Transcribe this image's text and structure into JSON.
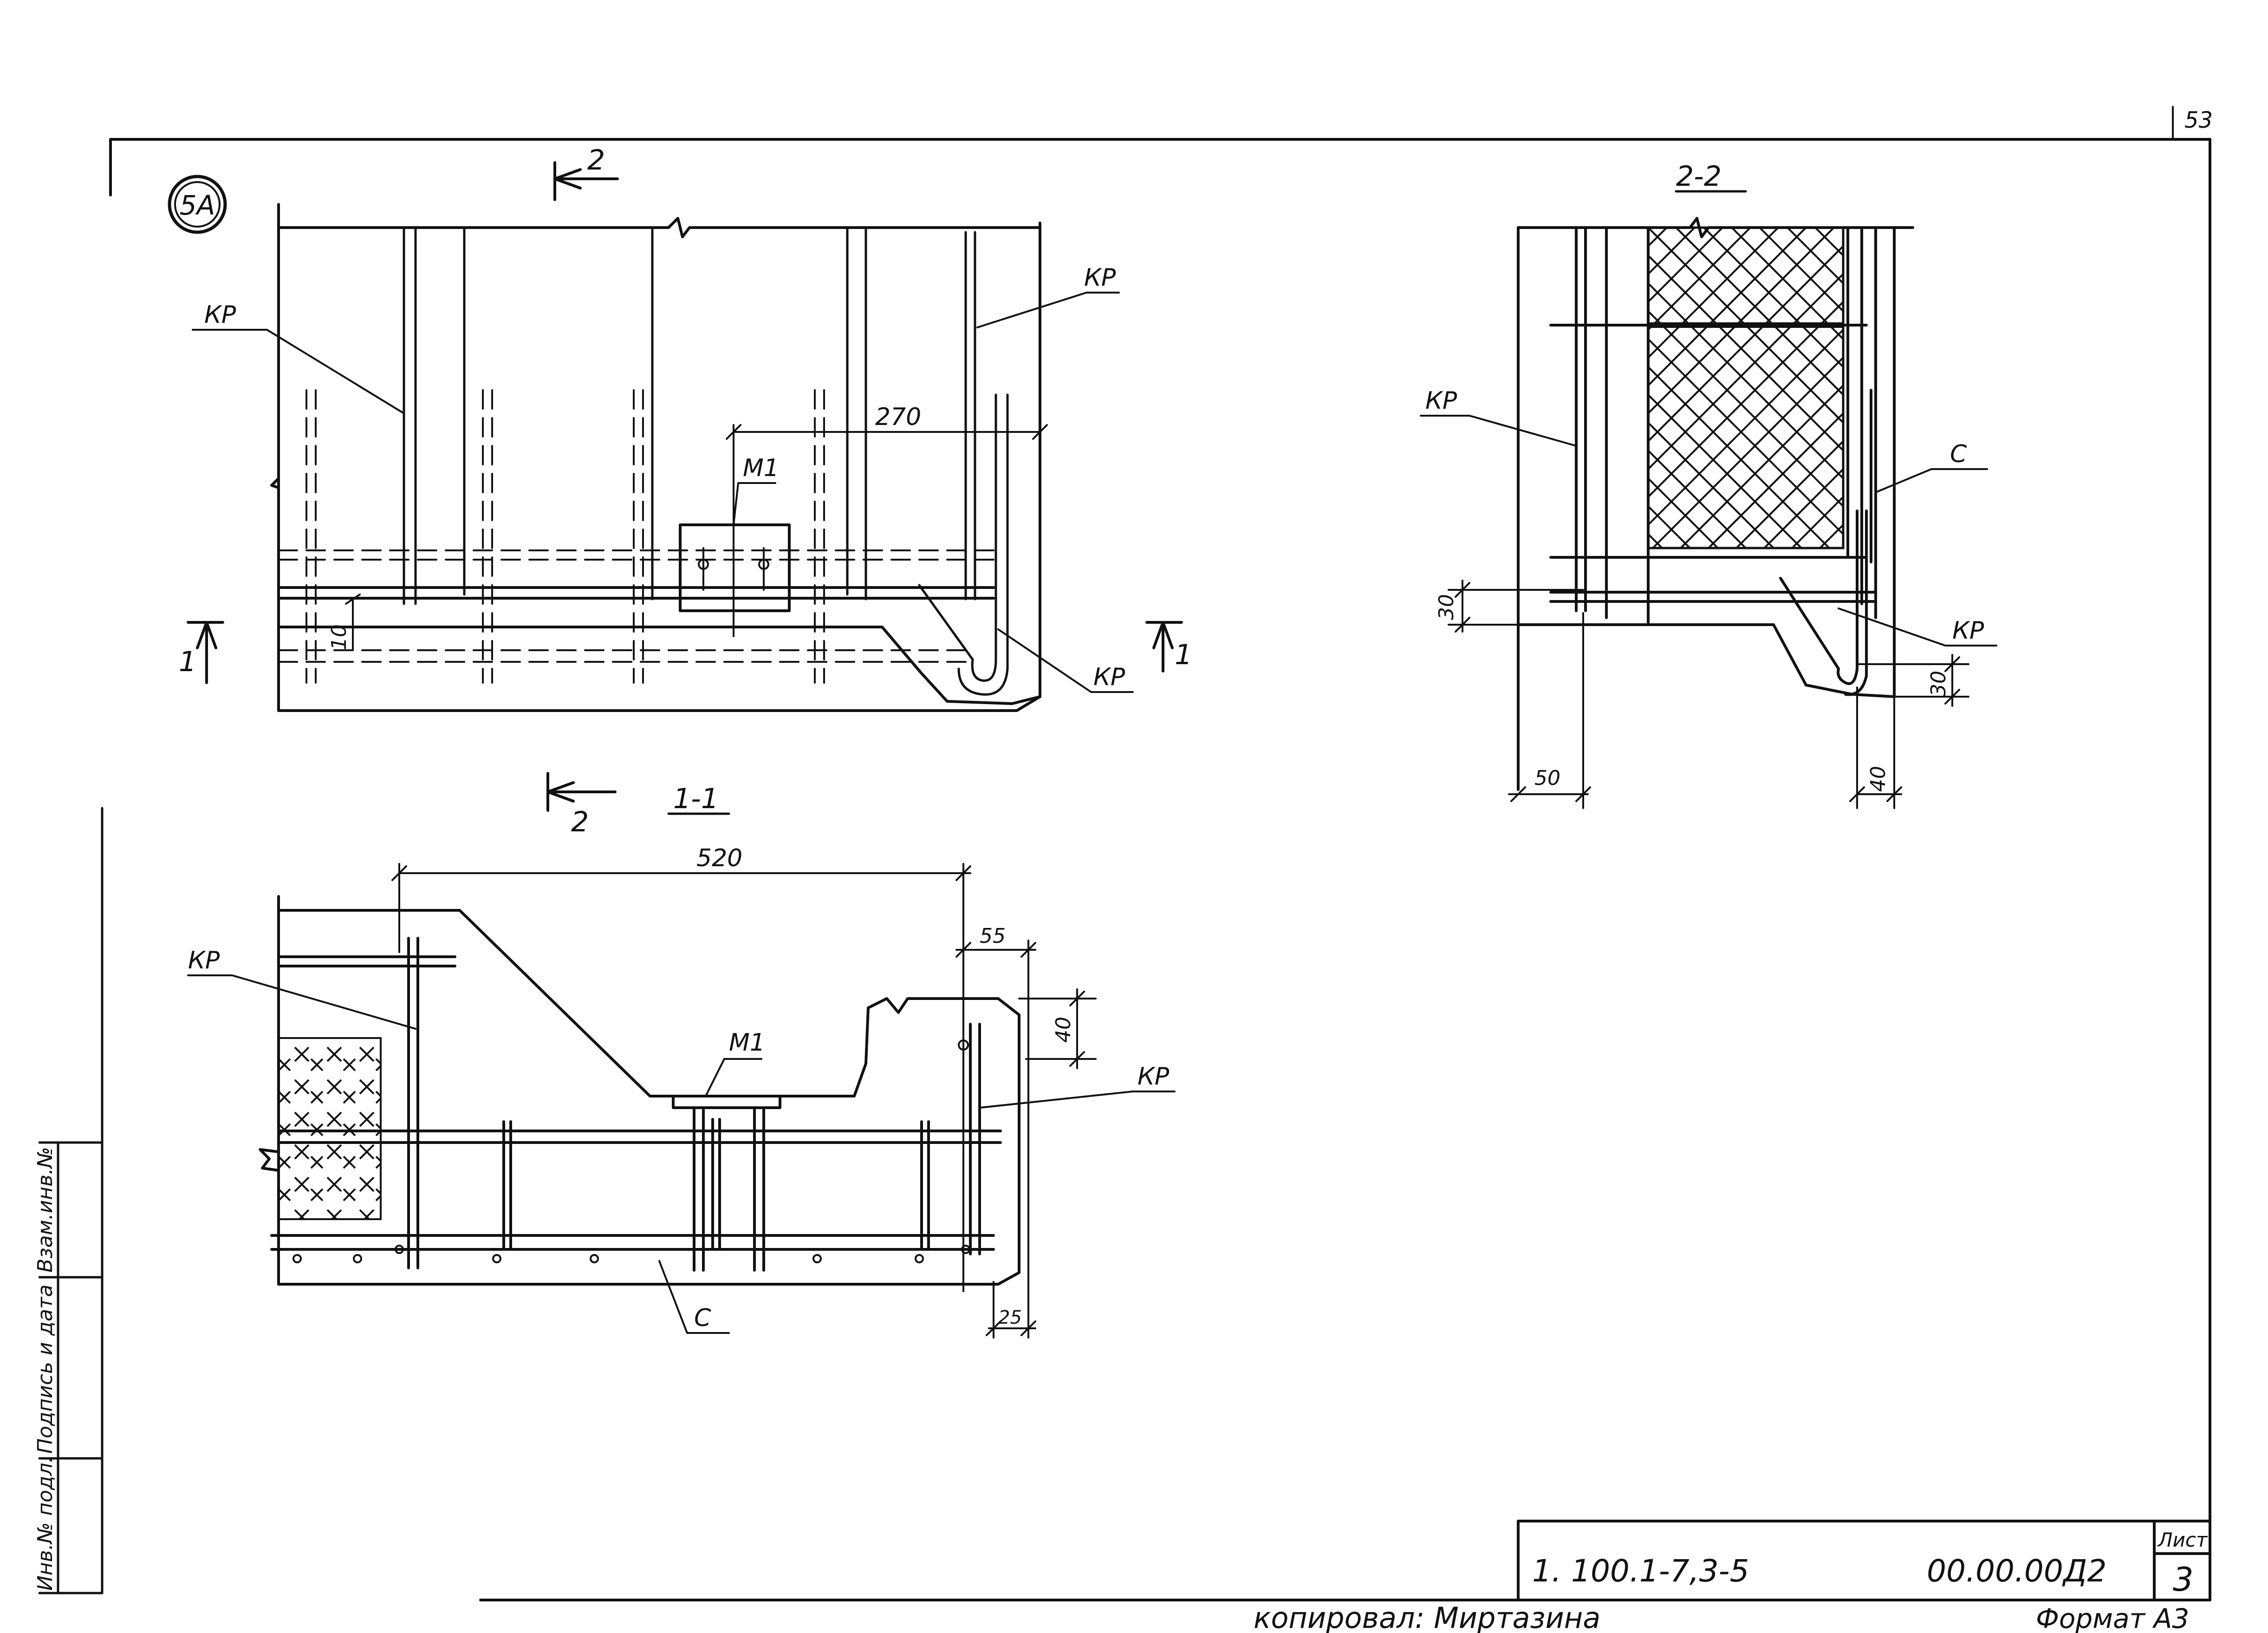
{
  "sheet": {
    "page_number": "53",
    "detail_mark": "5А",
    "format_label": "Формат А3",
    "copy_label": "копировал: Миртазина"
  },
  "title_block": {
    "designation": "1. 100.1-7,3-5",
    "code": "00.00.00Д2",
    "sheet_word": "Лист",
    "sheet_no": "3"
  },
  "side_stamp": {
    "field_1": "Инв.№ подл.",
    "field_2": "Подпись и дата",
    "field_3": "Взам.инв.№"
  },
  "plan_view": {
    "cut_mark": "2",
    "section_mark": "1",
    "labels": [
      "КР",
      "КР",
      "КР"
    ],
    "plate_label": "М1",
    "dims": [
      "270",
      "10"
    ]
  },
  "section_2_2": {
    "title": "2-2",
    "labels": [
      "КР",
      "С",
      "КР"
    ],
    "dims": [
      "30",
      "30",
      "50",
      "40"
    ]
  },
  "section_1_1": {
    "title": "1-1",
    "cut_mark": "2",
    "labels": [
      "КР",
      "КР",
      "С"
    ],
    "plate_label": "М1",
    "dims": [
      "520",
      "55",
      "40",
      "25"
    ]
  },
  "colors": {
    "ink": "#111111",
    "paper": "#ffffff"
  }
}
